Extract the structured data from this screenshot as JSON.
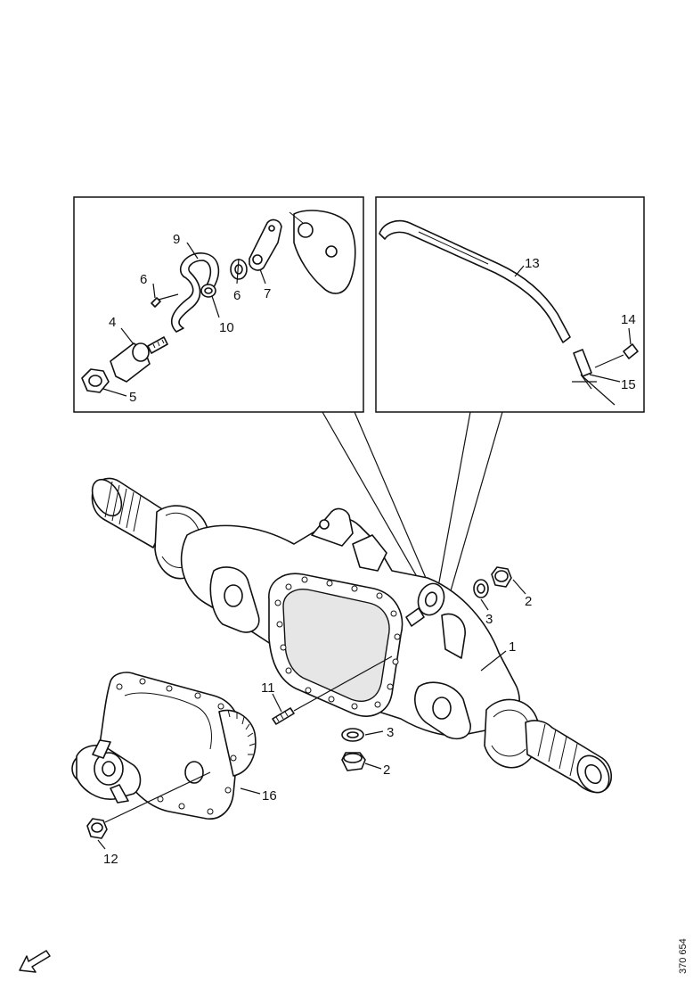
{
  "document_id": "370 654",
  "labels": {
    "p1": "1",
    "p2a": "2",
    "p2b": "2",
    "p3a": "3",
    "p3b": "3",
    "p4": "4",
    "p5": "5",
    "p6a": "6",
    "p6b": "6",
    "p7": "7",
    "p9": "9",
    "p10": "10",
    "p11": "11",
    "p12": "12",
    "p13": "13",
    "p14": "14",
    "p15": "15",
    "p16": "16"
  },
  "icons": {
    "direction_arrow": "arrow-down-left-icon"
  }
}
